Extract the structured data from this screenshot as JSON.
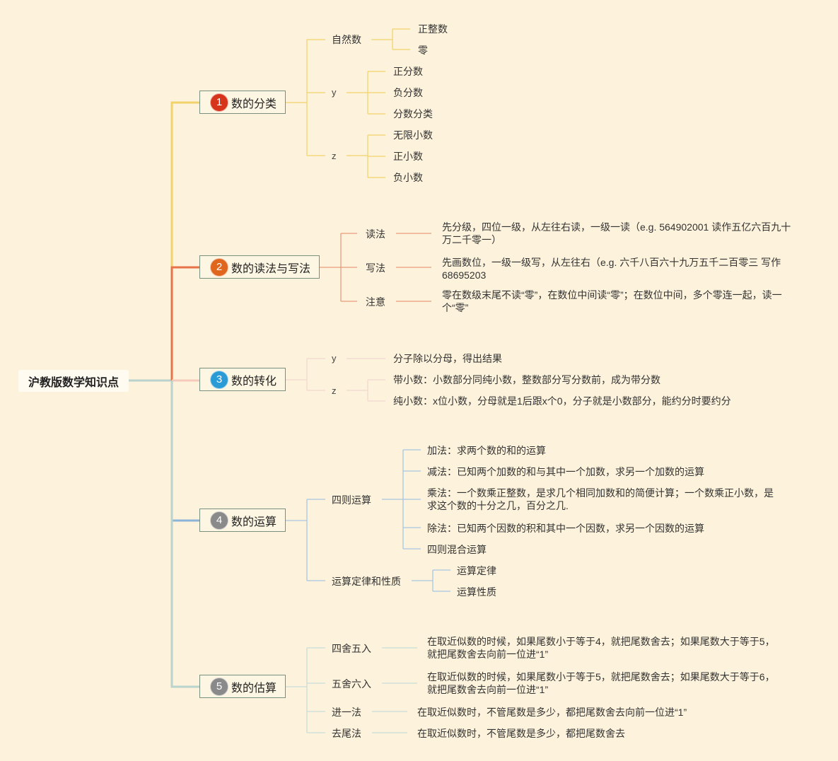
{
  "root": "沪教版数学知识点",
  "branches": [
    {
      "num": "1",
      "title": "数的分类",
      "color": "#f2c94c",
      "badge_color": "#d6341b",
      "groups": [
        {
          "label": "自然数",
          "items": [
            "正整数",
            "零"
          ]
        },
        {
          "label": "y",
          "items": [
            "正分数",
            "负分数",
            "分数分类"
          ]
        },
        {
          "label": "z",
          "items": [
            "无限小数",
            "正小数",
            "负小数"
          ]
        }
      ]
    },
    {
      "num": "2",
      "title": "数的读法与写法",
      "color": "#e8734a",
      "badge_color": "#e0651d",
      "groups": [
        {
          "label": "读法",
          "items": [
            "先分级，四位一级，从左往右读，一级一读（e.g. 564902001 读作五亿六百九十万二千零一）"
          ]
        },
        {
          "label": "写法",
          "items": [
            "先画数位，一级一级写，从左往右（e.g. 六千八百六十九万五千二百零三 写作68695203"
          ]
        },
        {
          "label": "注意",
          "items": [
            "零在数级末尾不读“零”，在数位中间读“零”；在数位中间，多个零连一起，读一个“零”"
          ]
        }
      ]
    },
    {
      "num": "3",
      "title": "数的转化",
      "color": "#f6c9bd",
      "badge_color": "#2b9bd6",
      "groups": [
        {
          "label": "y",
          "items": [
            "分子除以分母，得出结果"
          ]
        },
        {
          "label": "z",
          "items": [
            "带小数：小数部分同纯小数，整数部分写分数前，成为带分数",
            "纯小数：x位小数，分母就是1后跟x个0，分子就是小数部分，能约分时要约分"
          ]
        }
      ]
    },
    {
      "num": "4",
      "title": "数的运算",
      "color": "#8cb4d9",
      "badge_color": "#8a8a8a",
      "groups": [
        {
          "label": "四则运算",
          "items": [
            "加法：求两个数的和的运算",
            "减法：已知两个加数的和与其中一个加数，求另一个加数的运算",
            "乘法：一个数乘正整数，是求几个相同加数和的简便计算；一个数乘正小数，是求这个数的十分之几，百分之几.",
            "除法：已知两个因数的积和其中一个因数，求另一个因数的运算",
            "四则混合运算"
          ]
        },
        {
          "label": "运算定律和性质",
          "items": [
            "运算定律",
            "运算性质"
          ]
        }
      ]
    },
    {
      "num": "5",
      "title": "数的估算",
      "color": "#b9d3cd",
      "badge_color": "#8a8a8a",
      "groups": [
        {
          "label": "四舍五入",
          "items": [
            "在取近似数的时候，如果尾数小于等于4，就把尾数舍去；如果尾数大于等于5，就把尾数舍去向前一位进“1”"
          ]
        },
        {
          "label": "五舍六入",
          "items": [
            "在取近似数的时候，如果尾数小于等于5，就把尾数舍去；如果尾数大于等于6，就把尾数舍去向前一位进“1”"
          ]
        },
        {
          "label": "进一法",
          "items": [
            "在取近似数时，不管尾数是多少，都把尾数舍去向前一位进“1”"
          ]
        },
        {
          "label": "去尾法",
          "items": [
            "在取近似数时，不管尾数是多少，都把尾数舍去"
          ]
        }
      ]
    }
  ]
}
